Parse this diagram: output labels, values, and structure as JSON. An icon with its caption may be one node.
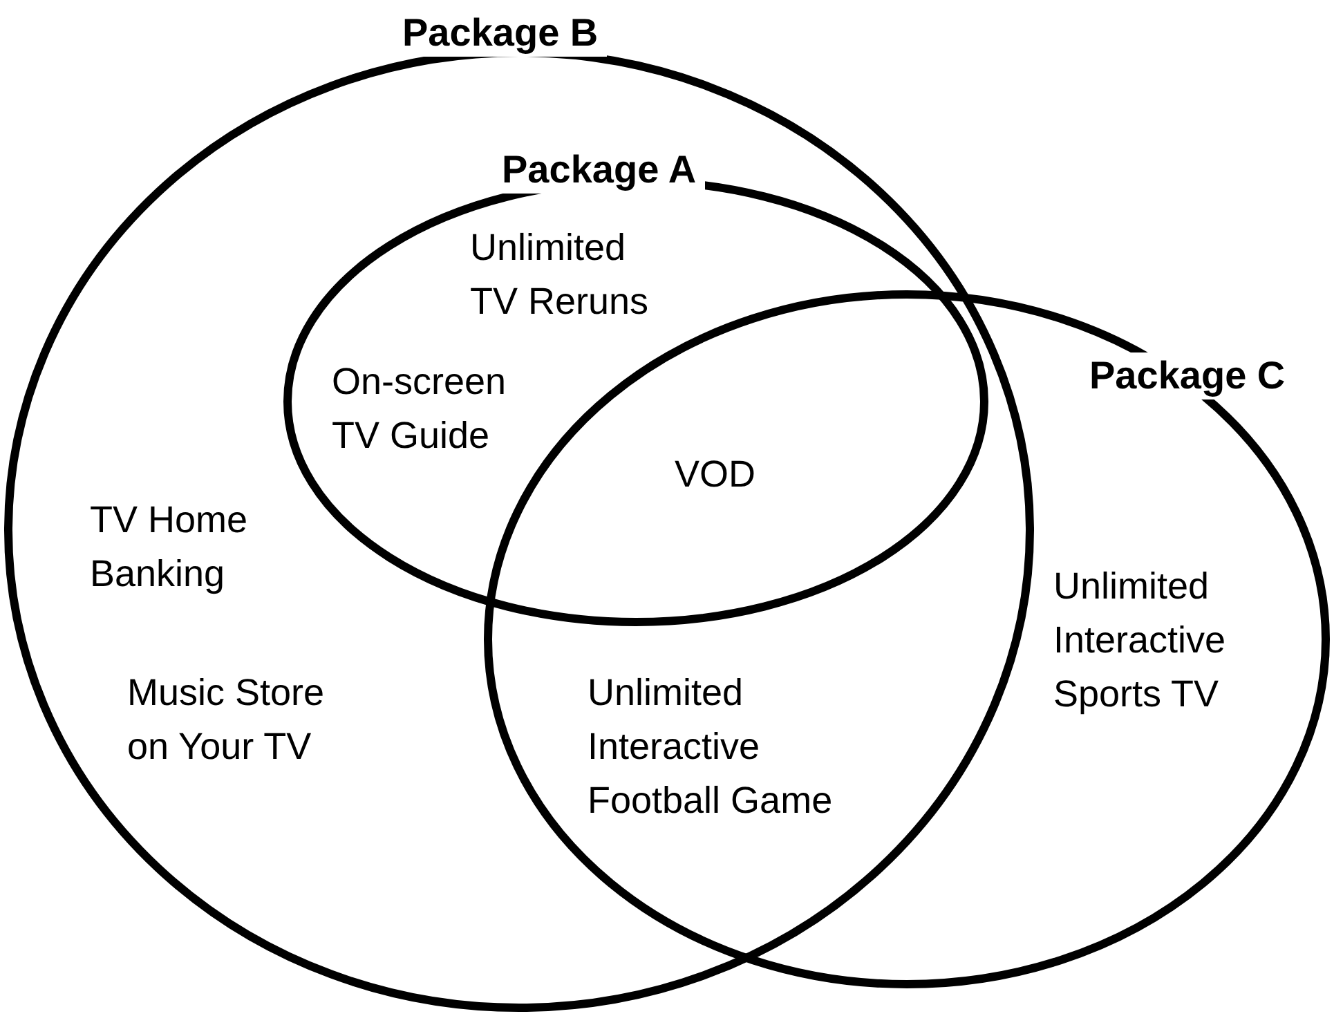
{
  "diagram": {
    "nodes": [
      {
        "text": [
          "Package B"
        ]
      },
      {
        "text": [
          "Package A"
        ],
        "in": 0
      },
      {
        "text": [
          "Package C"
        ]
      }
    ],
    "labels": [
      "Unlimited TV Reruns",
      "On-screen TV Guide",
      "VOD",
      "TV Home Banking",
      "Music Store on Your TV",
      "Unlimited Interactive Football Game",
      "Unlimited Interactive Sports TV"
    ]
  }
}
